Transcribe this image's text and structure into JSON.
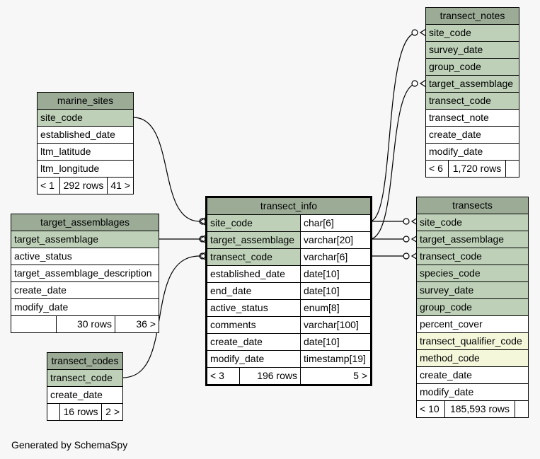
{
  "marine_sites": {
    "name": "marine_sites",
    "columns": [
      "site_code",
      "established_date",
      "ltm_latitude",
      "ltm_longitude"
    ],
    "footer": [
      "< 1",
      "292 rows",
      "41 >"
    ]
  },
  "target_assemblages": {
    "name": "target_assemblages",
    "columns": [
      "target_assemblage",
      "active_status",
      "target_assemblage_description",
      "create_date",
      "modify_date"
    ],
    "footer": [
      "",
      "30 rows",
      "36 >"
    ]
  },
  "transect_codes": {
    "name": "transect_codes",
    "columns": [
      "transect_code",
      "create_date"
    ],
    "footer": [
      "",
      "16 rows",
      "2 >"
    ]
  },
  "transect_info": {
    "name": "transect_info",
    "columns": [
      {
        "name": "site_code",
        "type": "char[6]"
      },
      {
        "name": "target_assemblage",
        "type": "varchar[20]"
      },
      {
        "name": "transect_code",
        "type": "varchar[6]"
      },
      {
        "name": "established_date",
        "type": "date[10]"
      },
      {
        "name": "end_date",
        "type": "date[10]"
      },
      {
        "name": "active_status",
        "type": "enum[8]"
      },
      {
        "name": "comments",
        "type": "varchar[100]"
      },
      {
        "name": "create_date",
        "type": "date[10]"
      },
      {
        "name": "modify_date",
        "type": "timestamp[19]"
      }
    ],
    "footer": [
      "< 3",
      "196 rows",
      "5 >"
    ]
  },
  "transect_notes": {
    "name": "transect_notes",
    "columns": [
      "site_code",
      "survey_date",
      "group_code",
      "target_assemblage",
      "transect_code",
      "transect_note",
      "create_date",
      "modify_date"
    ],
    "footer": [
      "< 6",
      "1,720 rows",
      ""
    ]
  },
  "transects": {
    "name": "transects",
    "columns": [
      "site_code",
      "target_assemblage",
      "transect_code",
      "species_code",
      "survey_date",
      "group_code",
      "percent_cover",
      "transect_qualifier_code",
      "method_code",
      "create_date",
      "modify_date"
    ],
    "footer": [
      "< 10",
      "185,593 rows",
      ""
    ]
  },
  "colors": {
    "header": "#9bab96",
    "key": "#bed1b8",
    "index": "#f4f7da",
    "background": "#f7f7f7"
  },
  "generated_by": "Generated by SchemaSpy"
}
